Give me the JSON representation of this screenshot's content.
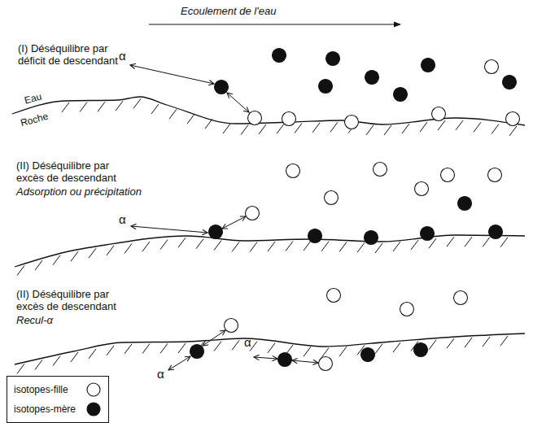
{
  "diagram": {
    "labels": [
      "Ecoulement de l'eau",
      "(I) Déséquilibre par déficit de descendant",
      "α",
      "Eau",
      "Roche",
      "(II) Déséquilibre par excès de descendant",
      "Adsorption ou précipitation",
      "α",
      "(II) Déséquilibre par excès de descendant",
      "Recul-α",
      "α",
      "α"
    ],
    "legend": [
      {
        "text": "isotopes-fille",
        "color": "#ffffff"
      },
      {
        "text": "isotopes-mère",
        "color": "#111111"
      }
    ]
  }
}
